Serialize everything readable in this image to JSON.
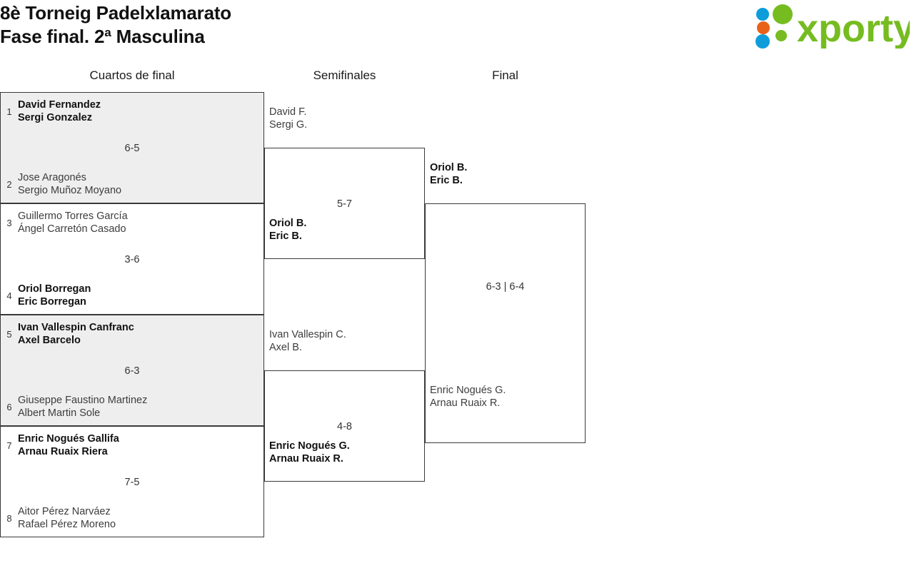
{
  "header": {
    "title_line1": "8è Torneig Padelxlamarato",
    "title_line2": "Fase final. 2ª Masculina",
    "logo_text": "xporty",
    "logo_colors": {
      "green": "#76bc21",
      "blue": "#0d9ddb",
      "orange": "#e8621a"
    }
  },
  "rounds": [
    {
      "label": "Cuartos de final"
    },
    {
      "label": "Semifinales"
    },
    {
      "label": "Final"
    }
  ],
  "quarterfinals": [
    {
      "score": "6-5",
      "top": {
        "seed": "1",
        "player1": "David Fernandez",
        "player2": "Sergi Gonzalez",
        "winner": true
      },
      "bottom": {
        "seed": "2",
        "player1": "Jose Aragonés",
        "player2": "Sergio Muñoz Moyano",
        "winner": false
      }
    },
    {
      "score": "3-6",
      "top": {
        "seed": "3",
        "player1": "Guillermo Torres García",
        "player2": "Ángel Carretón Casado",
        "winner": false
      },
      "bottom": {
        "seed": "4",
        "player1": "Oriol Borregan",
        "player2": "Eric Borregan",
        "winner": true
      }
    },
    {
      "score": "6-3",
      "top": {
        "seed": "5",
        "player1": "Ivan Vallespin Canfranc",
        "player2": "Axel Barcelo",
        "winner": true
      },
      "bottom": {
        "seed": "6",
        "player1": "Giuseppe Faustino Martinez",
        "player2": "Albert Martin Sole",
        "winner": false
      }
    },
    {
      "score": "7-5",
      "top": {
        "seed": "7",
        "player1": "Enric Nogués Gallifa",
        "player2": "Arnau Ruaix Riera",
        "winner": true
      },
      "bottom": {
        "seed": "8",
        "player1": "Aitor Pérez Narváez",
        "player2": "Rafael Pérez Moreno",
        "winner": false
      }
    }
  ],
  "semifinals": [
    {
      "score": "5-7",
      "top": {
        "player1": "David F.",
        "player2": "Sergi G.",
        "winner": false
      },
      "bottom": {
        "player1": "Oriol B.",
        "player2": "Eric B.",
        "winner": true
      }
    },
    {
      "score": "4-8",
      "top": {
        "player1": "Ivan Vallespin C.",
        "player2": "Axel B.",
        "winner": false
      },
      "bottom": {
        "player1": "Enric Nogués G.",
        "player2": "Arnau Ruaix R.",
        "winner": true
      }
    }
  ],
  "final": [
    {
      "score": "6-3 | 6-4",
      "top": {
        "player1": "Oriol B.",
        "player2": "Eric B.",
        "winner": true
      },
      "bottom": {
        "player1": "Enric Nogués G.",
        "player2": "Arnau Ruaix R.",
        "winner": false
      }
    }
  ]
}
